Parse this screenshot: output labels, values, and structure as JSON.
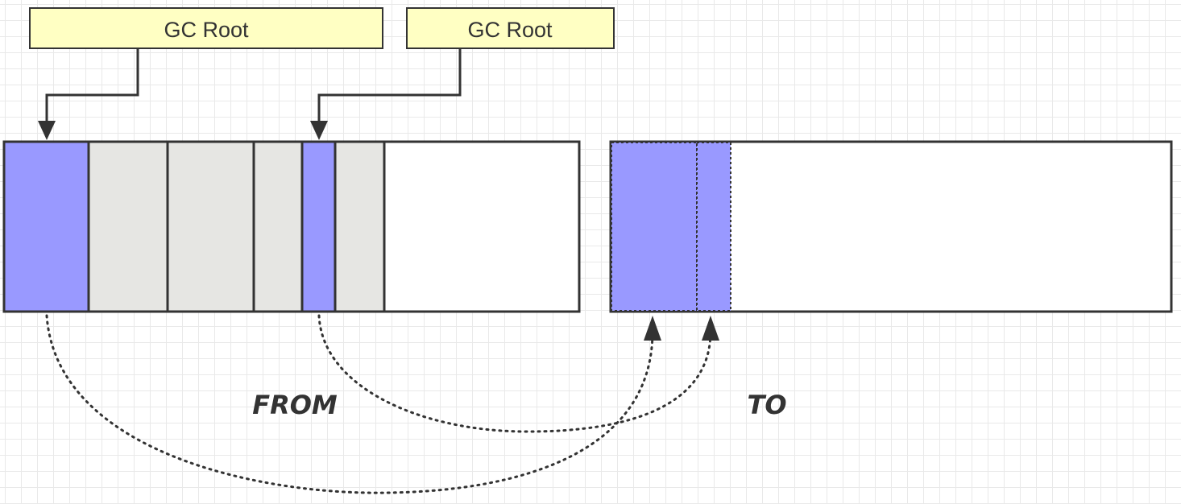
{
  "gc_roots": [
    {
      "label": "GC Root"
    },
    {
      "label": "GC Root"
    }
  ],
  "areas": {
    "from_label": "FROM",
    "to_label": "TO"
  },
  "colors": {
    "live_object": "#9999ff",
    "dead_object": "#e6e6e3",
    "empty_space": "#ffffff",
    "gc_root_fill": "#ffffc3",
    "stroke": "#333333"
  }
}
